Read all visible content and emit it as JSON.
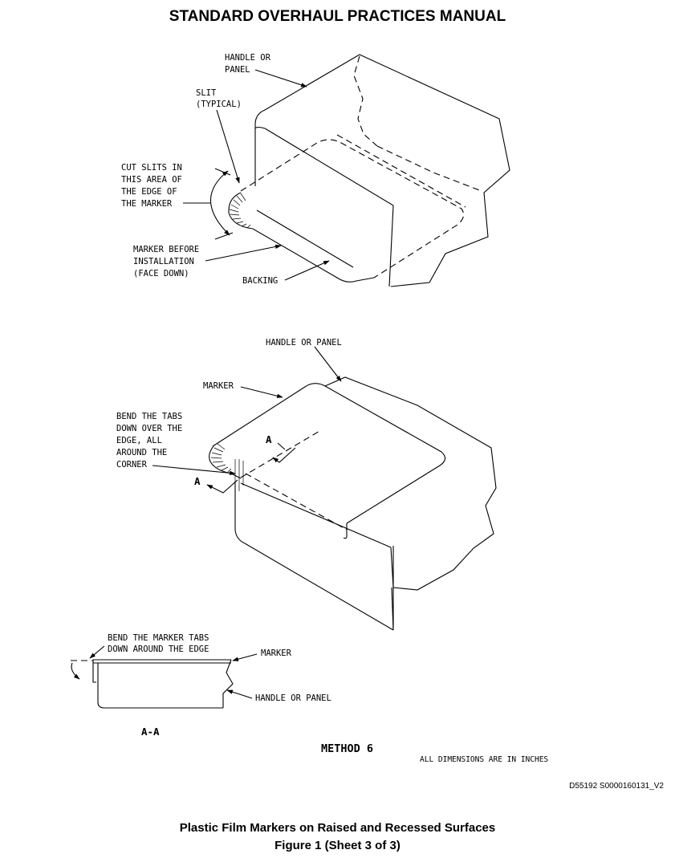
{
  "header": {
    "title": "STANDARD OVERHAUL PRACTICES MANUAL"
  },
  "figure_top": {
    "labels": {
      "handle": [
        "HANDLE OR",
        "PANEL"
      ],
      "slit": [
        "SLIT",
        "(TYPICAL)"
      ],
      "cut_slits": [
        "CUT SLITS IN",
        "THIS AREA OF",
        "THE EDGE OF",
        "THE MARKER"
      ],
      "marker_before": [
        "MARKER BEFORE",
        "INSTALLATION",
        "(FACE DOWN)"
      ],
      "backing": "BACKING"
    }
  },
  "figure_middle": {
    "labels": {
      "handle": "HANDLE OR PANEL",
      "marker": "MARKER",
      "bend_tabs": [
        "BEND THE TABS",
        "DOWN OVER THE",
        "EDGE, ALL",
        "AROUND THE",
        "CORNER"
      ],
      "section_a_upper": "A",
      "section_a_lower": "A"
    }
  },
  "figure_section": {
    "labels": {
      "bend_marker_tabs": [
        "BEND THE MARKER TABS",
        "DOWN AROUND THE EDGE"
      ],
      "marker": "MARKER",
      "handle": "HANDLE OR PANEL",
      "section_title": "A-A"
    }
  },
  "method": "METHOD 6",
  "dimensions_note": "ALL DIMENSIONS ARE IN INCHES",
  "doc_id": "D55192 S0000160131_V2",
  "caption": {
    "line1": "Plastic Film Markers on Raised and Recessed Surfaces",
    "line2": "Figure 1  (Sheet 3 of 3)"
  }
}
